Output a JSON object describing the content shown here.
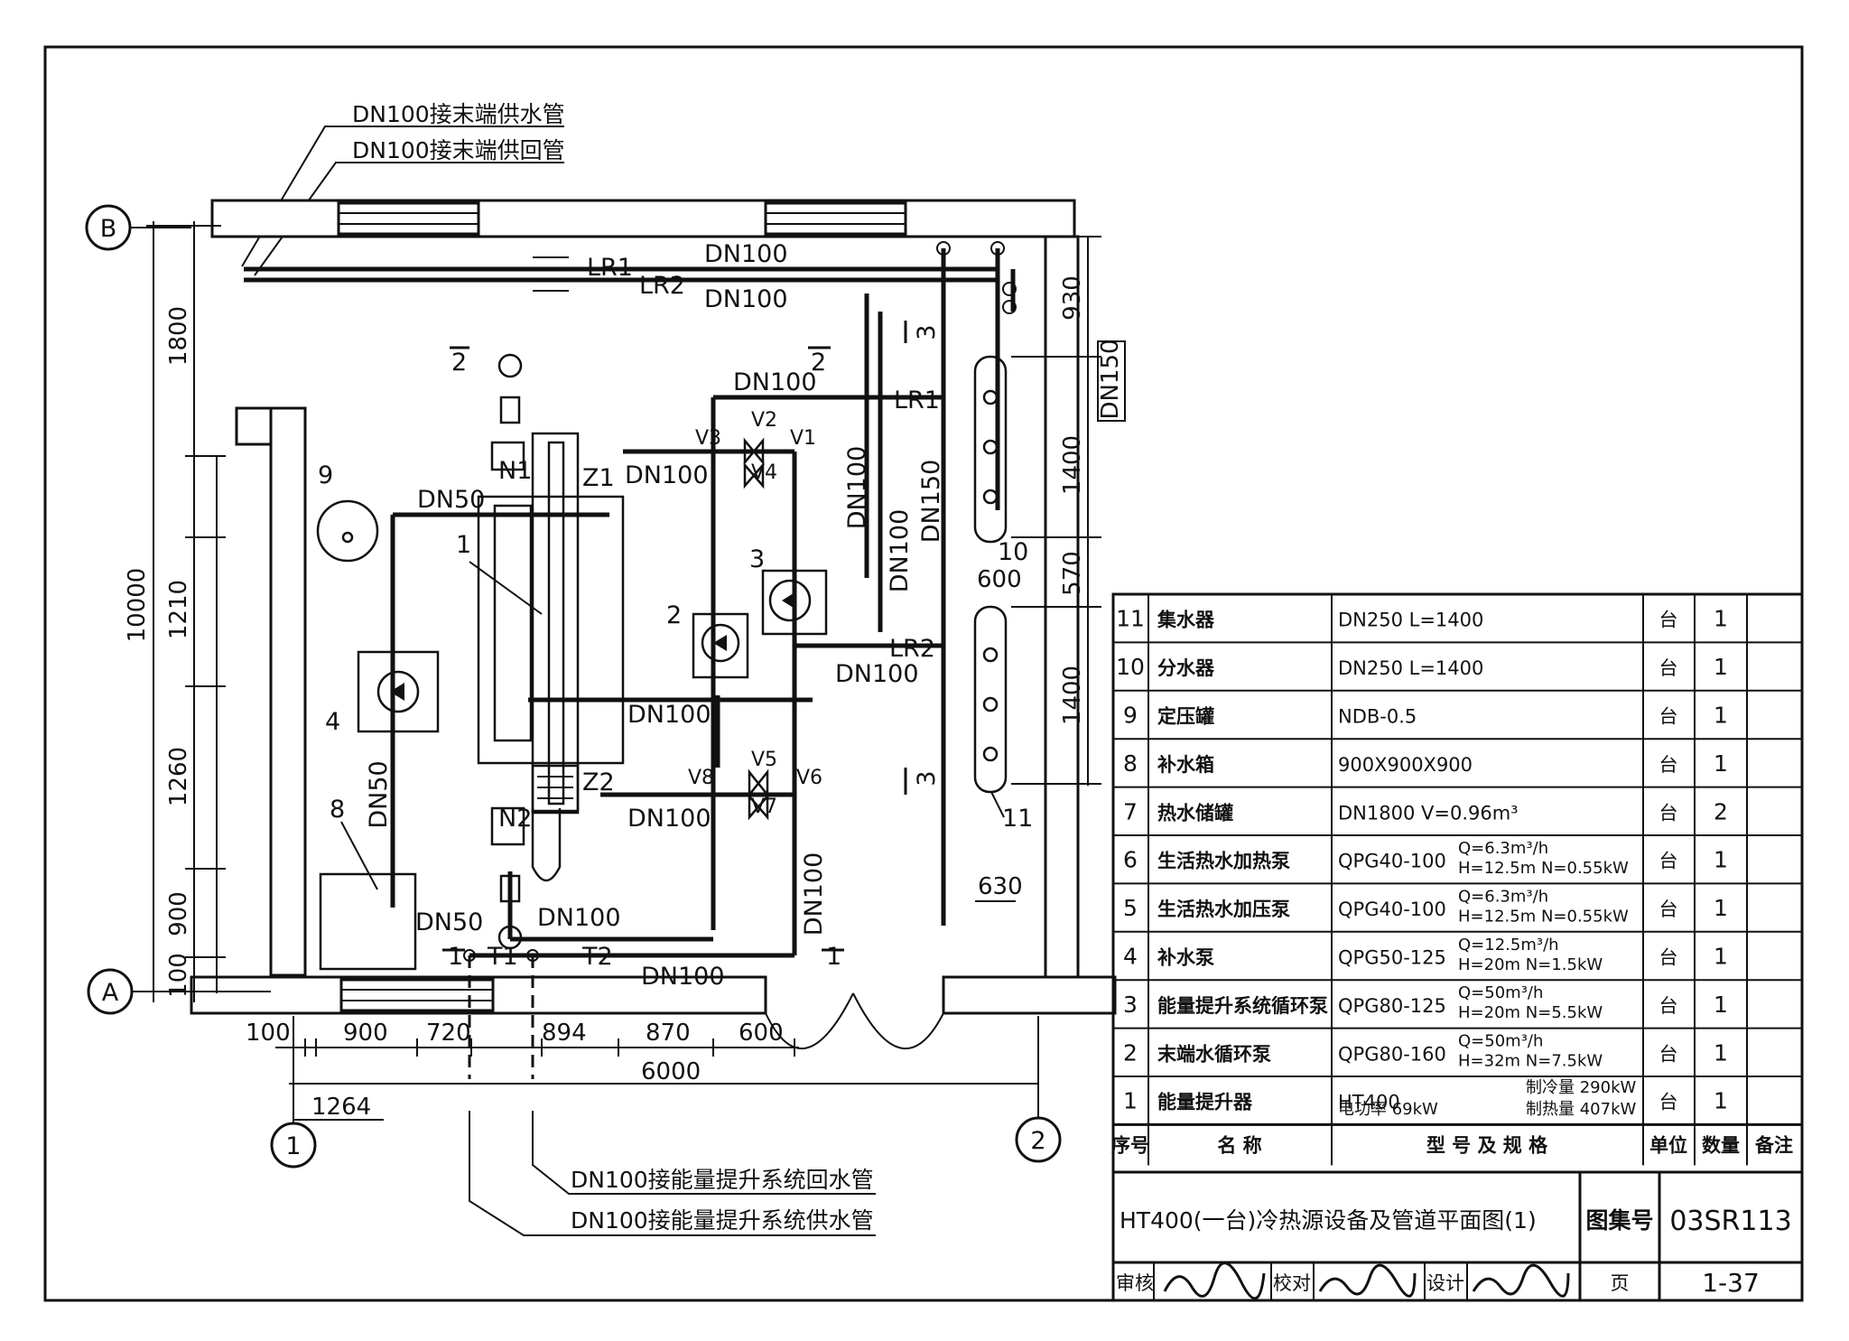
{
  "callouts": {
    "supply_top": "DN100接末端供水管",
    "return_top": "DN100接末端供回管",
    "return_bottom": "DN100接能量提升系统回水管",
    "supply_bottom": "DN100接能量提升系统供水管"
  },
  "axes": {
    "B": "B",
    "A": "A",
    "c1": "1",
    "c2": "2"
  },
  "dims": {
    "d1800": "1800",
    "d10000": "10000",
    "d1210": "1210",
    "d1260": "1260",
    "d900v": "900",
    "d100v": "100",
    "d930": "930",
    "d1400a": "1400",
    "d570": "570",
    "d1400b": "1400",
    "d630": "630",
    "d600": "600",
    "d100h": "100",
    "d900h": "900",
    "d720": "720",
    "d894": "894",
    "d870": "870",
    "d600h": "600",
    "d6000": "6000",
    "d1264": "1264"
  },
  "pipes": {
    "lr1": "LR1",
    "lr2": "LR2",
    "lr1b": "LR1",
    "lr2b": "LR2",
    "dn100_a": "DN100",
    "dn100_b": "DN100",
    "dn100_c": "DN100",
    "dn100_d": "DN100",
    "dn100_e": "DN100",
    "dn100_f": "DN100",
    "dn100_g": "DN100",
    "dn100_h": "DN100",
    "dn100_i": "DN100",
    "dn100_j": "DN100",
    "dn100_k": "DN100",
    "dn100_l": "DN100",
    "dn150_a": "DN150",
    "dn150_b": "DN150",
    "dn50_a": "DN50",
    "dn50_b": "DN50",
    "dn50_c": "DN50",
    "t1": "T1",
    "t2": "T2"
  },
  "markers": {
    "n1": "N1",
    "n2": "N2",
    "z1": "Z1",
    "z2": "Z2",
    "v1": "V1",
    "v2": "V2",
    "v3": "V3",
    "v4": "V4",
    "v5": "V5",
    "v6": "V6",
    "v7": "V7",
    "v8": "V8",
    "e1": "1",
    "e2": "2",
    "e3": "3",
    "e4": "4",
    "e8": "8",
    "e9": "9",
    "e10": "10",
    "e11": "11",
    "s2a": "2",
    "s2b": "2",
    "s3a": "3",
    "s3b": "3",
    "s1a": "1",
    "s1b": "1"
  },
  "table": {
    "rows": [
      {
        "no": "11",
        "name": "集水器",
        "spec": "DN250  L=1400",
        "spec2": "",
        "unit": "台",
        "qty": "1",
        "note": ""
      },
      {
        "no": "10",
        "name": "分水器",
        "spec": "DN250  L=1400",
        "spec2": "",
        "unit": "台",
        "qty": "1",
        "note": ""
      },
      {
        "no": "9",
        "name": "定压罐",
        "spec": "NDB-0.5",
        "spec2": "",
        "unit": "台",
        "qty": "1",
        "note": ""
      },
      {
        "no": "8",
        "name": "补水箱",
        "spec": "900X900X900",
        "spec2": "",
        "unit": "台",
        "qty": "1",
        "note": ""
      },
      {
        "no": "7",
        "name": "热水储罐",
        "spec": "DN1800  V=0.96m³",
        "spec2": "",
        "unit": "台",
        "qty": "2",
        "note": ""
      },
      {
        "no": "6",
        "name": "生活热水加热泵",
        "spec": "QPG40-100",
        "spec2": "Q=6.3m³/h|H=12.5m N=0.55kW",
        "unit": "台",
        "qty": "1",
        "note": ""
      },
      {
        "no": "5",
        "name": "生活热水加压泵",
        "spec": "QPG40-100",
        "spec2": "Q=6.3m³/h|H=12.5m N=0.55kW",
        "unit": "台",
        "qty": "1",
        "note": ""
      },
      {
        "no": "4",
        "name": "补水泵",
        "spec": "QPG50-125",
        "spec2": "Q=12.5m³/h|H=20m   N=1.5kW",
        "unit": "台",
        "qty": "1",
        "note": ""
      },
      {
        "no": "3",
        "name": "能量提升系统循环泵",
        "spec": "QPG80-125",
        "spec2": "Q=50m³/h|H=20m    N=5.5kW",
        "unit": "台",
        "qty": "1",
        "note": ""
      },
      {
        "no": "2",
        "name": "末端水循环泵",
        "spec": "QPG80-160",
        "spec2": "Q=50m³/h|H=32m    N=7.5kW",
        "unit": "台",
        "qty": "1",
        "note": ""
      },
      {
        "no": "1",
        "name": "能量提升器",
        "spec": "HT400",
        "spec2": "电功率  69kW|制冷量 290kW|制热量 407kW",
        "unit": "台",
        "qty": "1",
        "note": ""
      }
    ],
    "header": {
      "no": "序号",
      "name": "名  称",
      "spec": "型 号 及 规 格",
      "unit": "单位",
      "qty": "数量",
      "note": "备注"
    }
  },
  "title_block": {
    "title": "HT400(一台)冷热源设备及管道平面图(1)",
    "atlas_label": "图集号",
    "atlas_no": "03SR113",
    "review": "审核",
    "check": "校对",
    "design": "设计",
    "page_label": "页",
    "page_no": "1-37"
  }
}
